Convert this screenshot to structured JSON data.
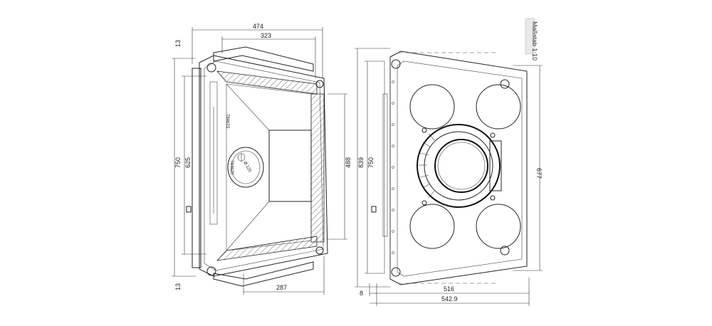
{
  "scale_label": "Maßstab 1:10",
  "left_view": {
    "dims": {
      "top_width": "474",
      "top_inner": "323",
      "left_top_offset": "13",
      "left_bottom_offset": "13",
      "left_height": "750",
      "left_inner_height": "625",
      "right_height": "488",
      "bottom_width": "287",
      "diameter": "Ø 125"
    },
    "part_label_upper": "784623",
    "part_label_lower": "784620"
  },
  "right_view": {
    "dims": {
      "height_outer": "839",
      "height_inner": "750",
      "height_right": "677",
      "offset": "8",
      "width_inner": "516",
      "width_outer": "542.9"
    }
  }
}
